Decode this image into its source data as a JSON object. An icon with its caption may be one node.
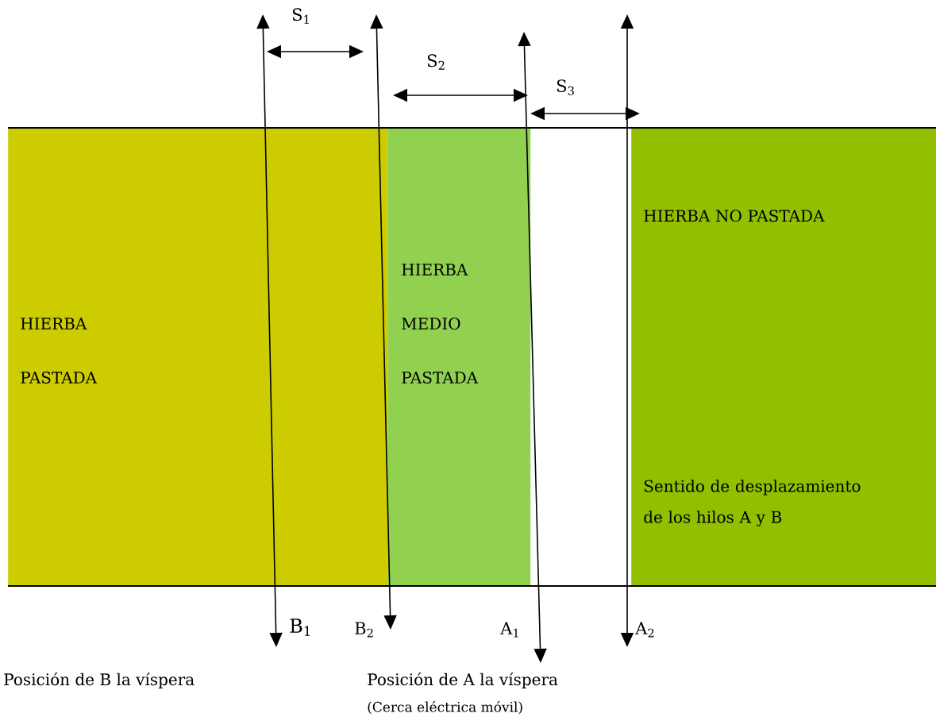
{
  "diagram": {
    "nodes": [
      {
        "text": [
          "HIERBA PASTADA"
        ]
      },
      {
        "text": [
          "HIERBA MEDIO PASTADA"
        ]
      },
      {
        "text": [
          "HIERBA NO PASTADA",
          "Sentido de desplazamiento de los hilos A y B"
        ]
      }
    ],
    "labels": [
      "S$_{1}$",
      "S$_{2}$",
      "S$_{3}$",
      "B$_{1}$",
      "B$_{2}$",
      "A$_{1}$",
      "A$_{2}$",
      "Posición de B la víspera",
      "Posición  de A la víspera",
      "(Cerca eléctrica  móvil)"
    ]
  }
}
